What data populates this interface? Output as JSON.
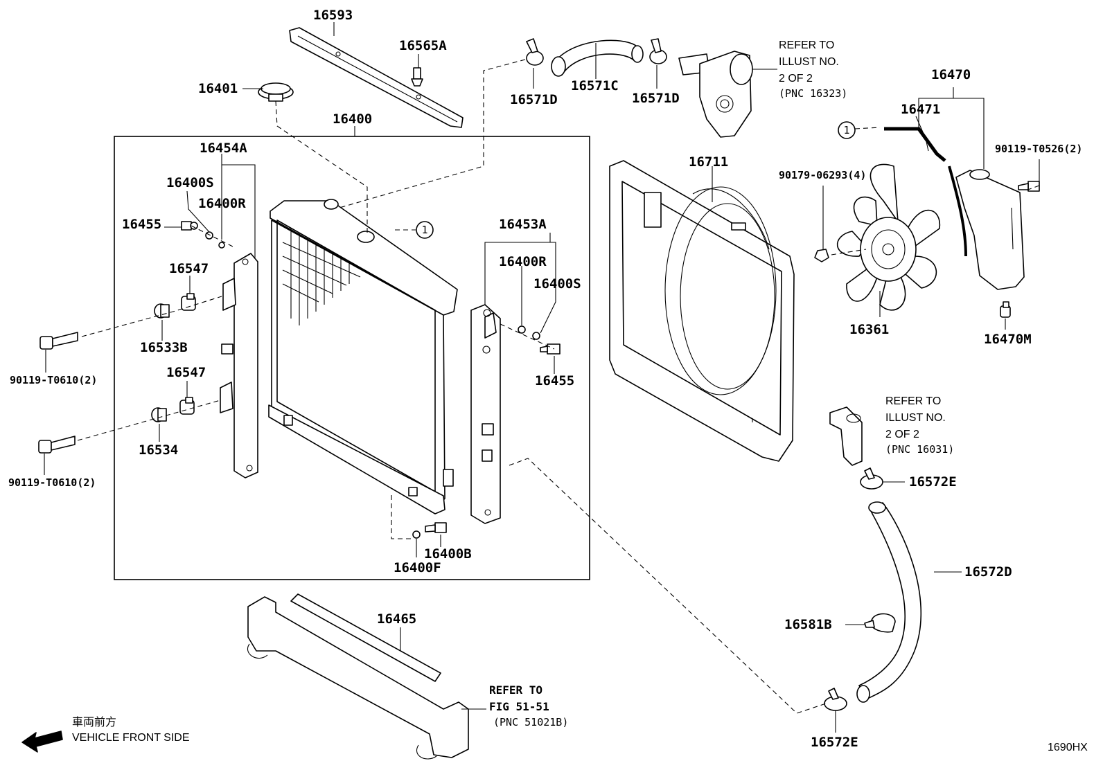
{
  "callouts": {
    "c16593": "16593",
    "c16565A": "16565A",
    "c16401": "16401",
    "c16400": "16400",
    "c16454A": "16454A",
    "c16400S_left": "16400S",
    "c16400R_left": "16400R",
    "c16455_left": "16455",
    "c16547_upper": "16547",
    "c16533B": "16533B",
    "c16547_lower": "16547",
    "c16534": "16534",
    "c90119T0610_upper": "90119-T0610(2)",
    "c90119T0610_lower": "90119-T0610(2)",
    "c16453A": "16453A",
    "c16400R_right": "16400R",
    "c16400S_right": "16400S",
    "c16455_right": "16455",
    "c16400B": "16400B",
    "c16400F": "16400F",
    "c16465": "16465",
    "c16571D_left": "16571D",
    "c16571C": "16571C",
    "c16571D_right": "16571D",
    "c16711": "16711",
    "c90179_06293": "90179-06293(4)",
    "c16361": "16361",
    "c16470": "16470",
    "c16471": "16471",
    "c90119_T0526": "90119-T0526(2)",
    "c16470M": "16470M",
    "c16572E_upper": "16572E",
    "c16572D": "16572D",
    "c16581B": "16581B",
    "c16572E_lower": "16572E",
    "marker_1a": "1",
    "marker_1b": "1"
  },
  "refer_notes": {
    "upper_right": {
      "line1": "REFER TO",
      "line2": "ILLUST NO.",
      "line3": "2 OF 2",
      "line4": "(PNC 16323)"
    },
    "middle_right": {
      "line1": "REFER TO",
      "line2": "ILLUST NO.",
      "line3": "2 OF 2",
      "line4": "(PNC 16031)"
    },
    "bottom": {
      "line1": "REFER TO",
      "line2": "FIG 51-51",
      "line3": "(PNC 51021B)"
    }
  },
  "orientation": {
    "japanese": "車両前方",
    "english": "VEHICLE FRONT SIDE",
    "icon": "arrow-left-icon"
  },
  "illustration_id": "1690HX"
}
